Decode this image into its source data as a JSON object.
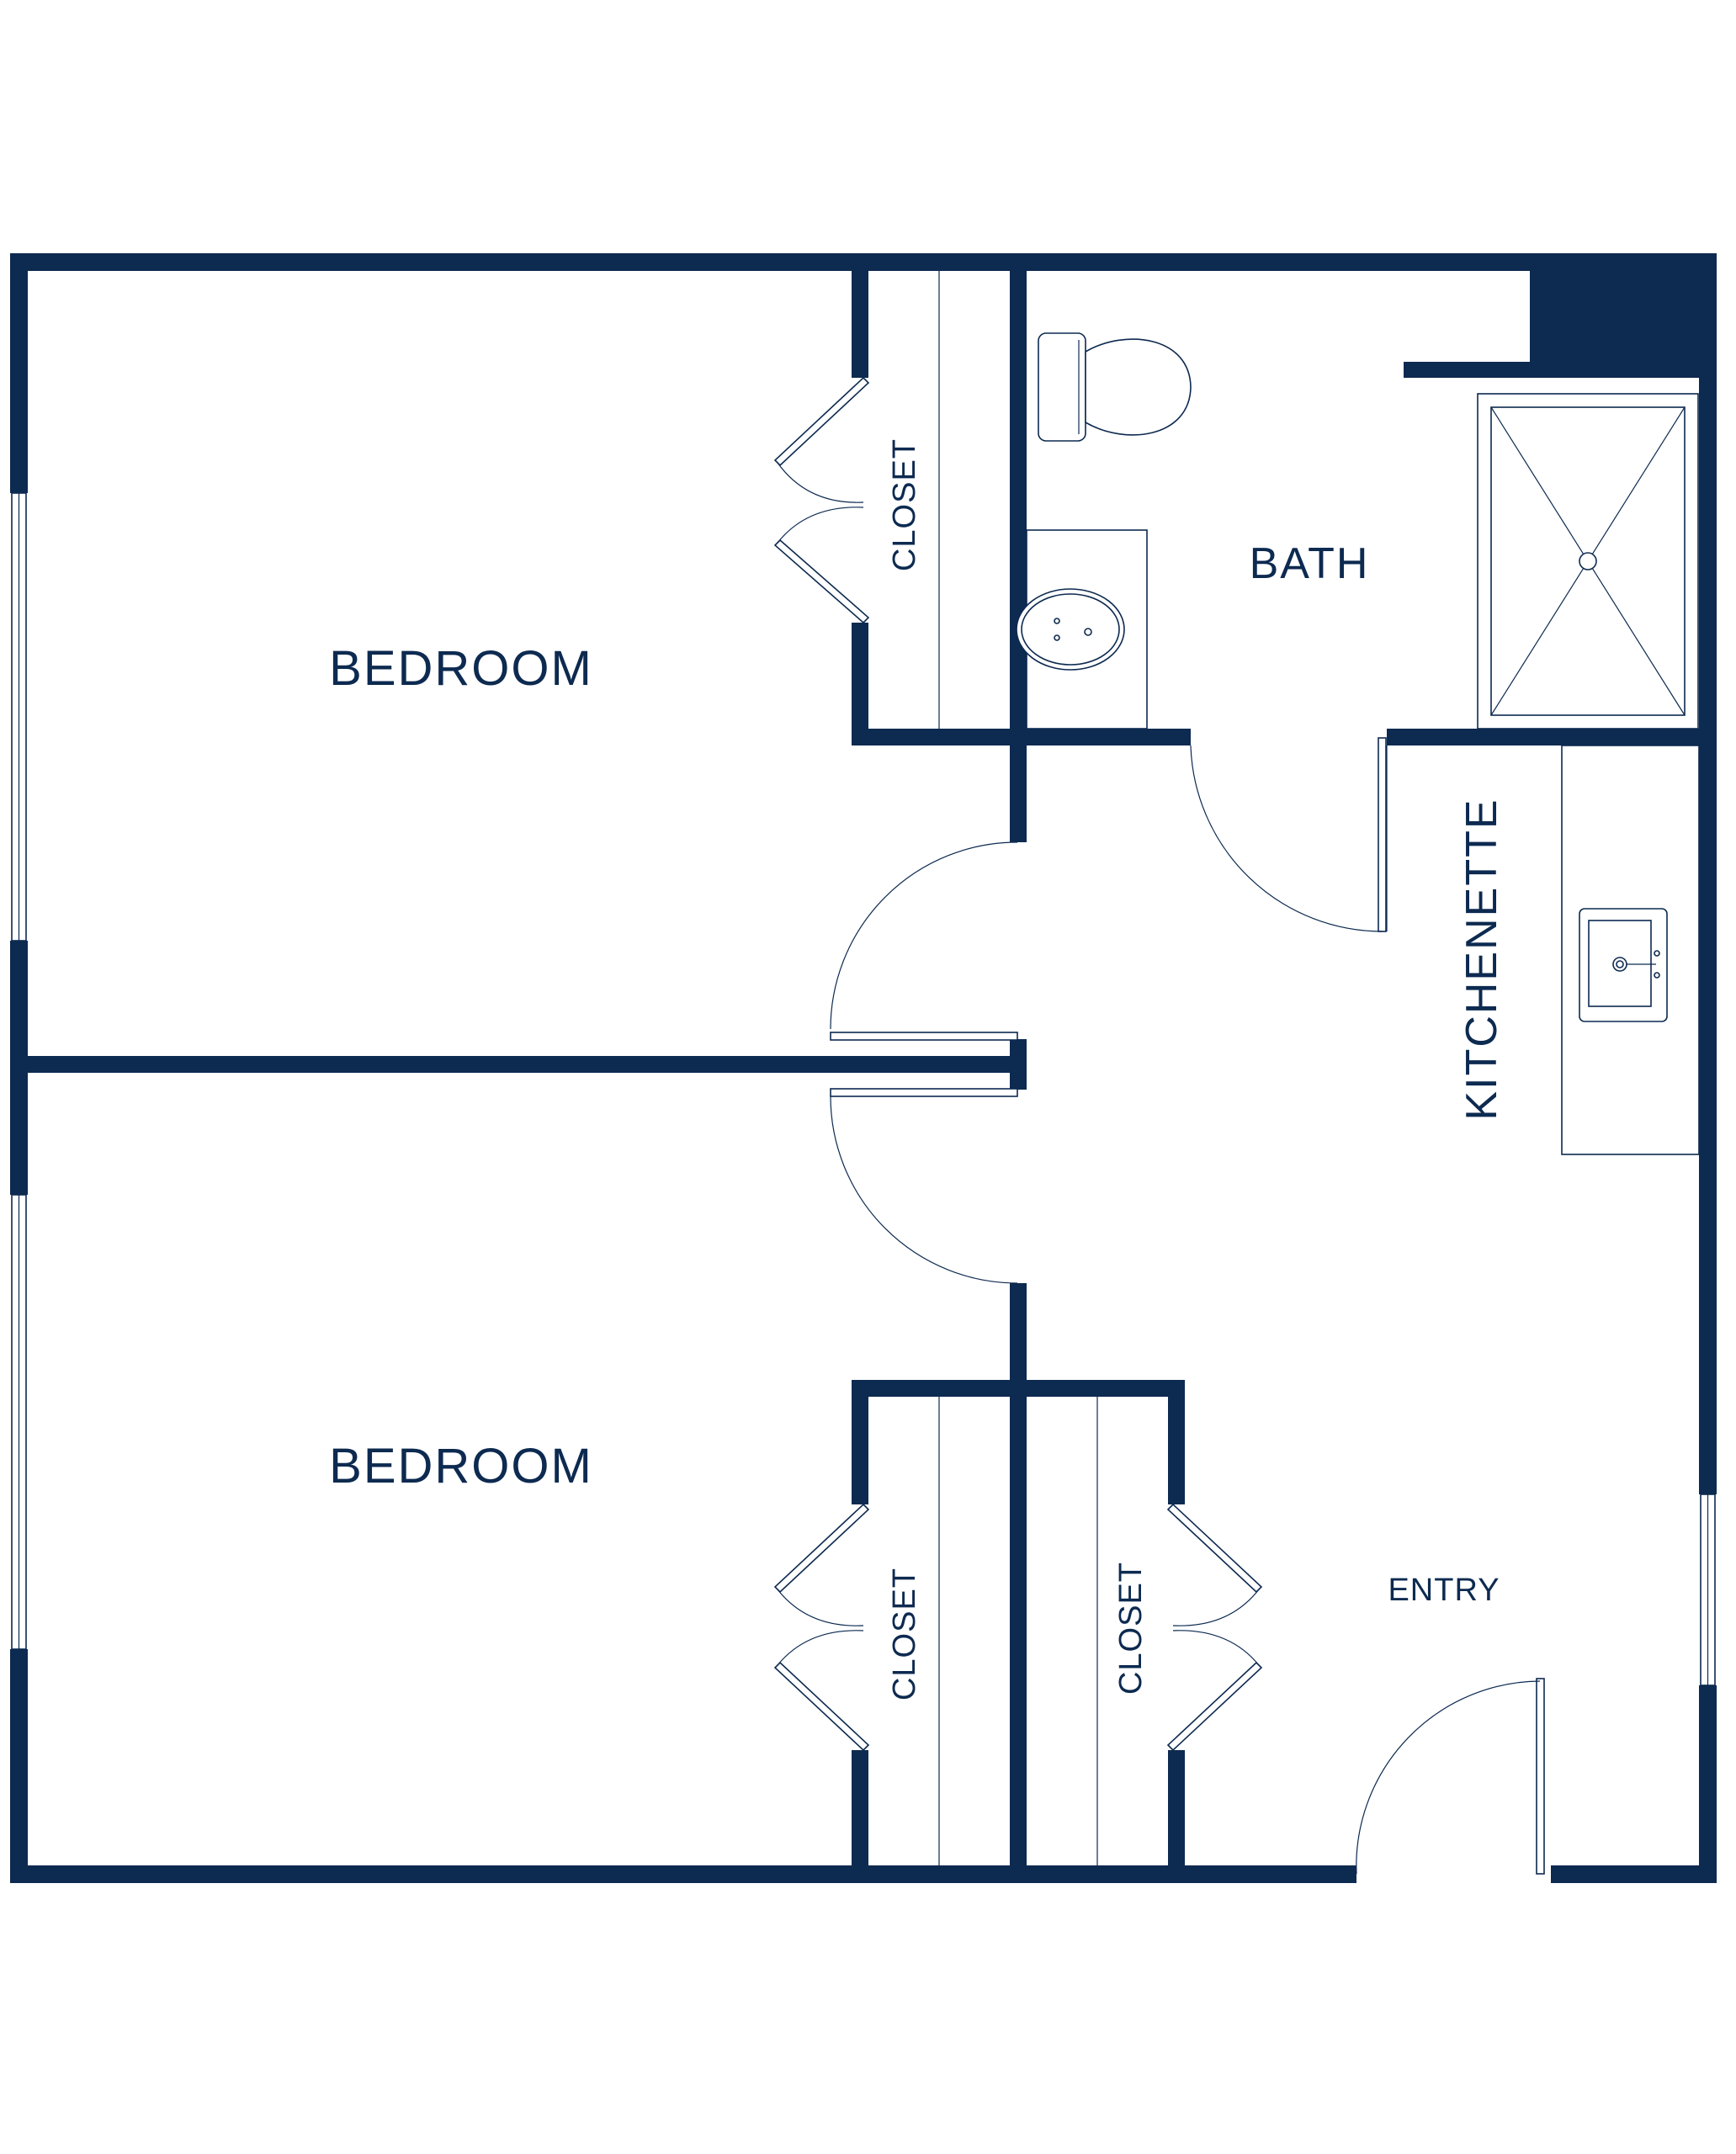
{
  "plan": {
    "wall_color": "#0d2a50",
    "rooms": {
      "bedroom_1": "BEDROOM",
      "bedroom_2": "BEDROOM",
      "bath": "BATH",
      "kitchenette": "KITCHENETTE",
      "entry": "ENTRY",
      "closet_1": "CLOSET",
      "closet_2": "CLOSET",
      "closet_3": "CLOSET"
    }
  }
}
